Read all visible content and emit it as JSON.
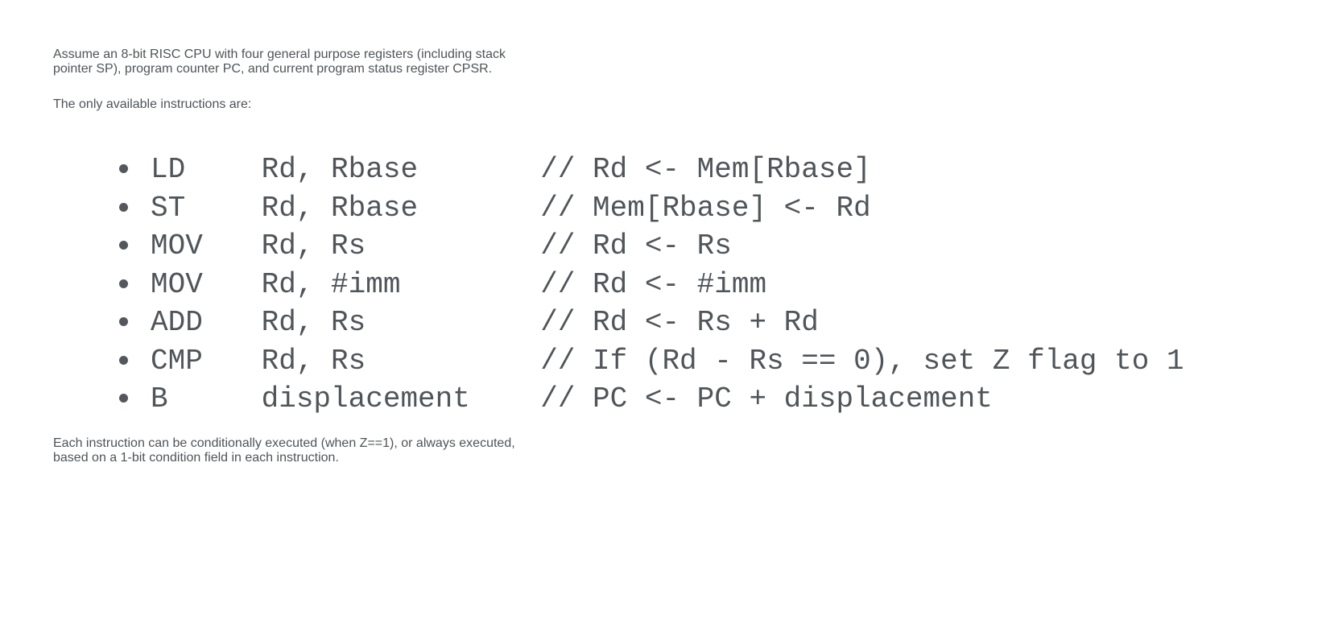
{
  "page": {
    "background_color": "#ffffff",
    "text_color": "#4f5459"
  },
  "intro_paragraph": {
    "line1": "Assume an 8-bit RISC CPU with four general purpose registers (including stack",
    "line2": "pointer SP), program counter PC, and current program status register CPSR."
  },
  "list_intro": "The only available instructions are:",
  "instructions": [
    {
      "opcode": "LD",
      "operands": "Rd, Rbase",
      "comment": "// Rd <- Mem[Rbase]"
    },
    {
      "opcode": "ST",
      "operands": "Rd, Rbase",
      "comment": "// Mem[Rbase] <- Rd"
    },
    {
      "opcode": "MOV",
      "operands": "Rd, Rs",
      "comment": "// Rd <- Rs"
    },
    {
      "opcode": "MOV",
      "operands": "Rd, #imm",
      "comment": "// Rd <- #imm"
    },
    {
      "opcode": "ADD",
      "operands": "Rd, Rs",
      "comment": "// Rd <- Rs + Rd"
    },
    {
      "opcode": "CMP",
      "operands": "Rd, Rs",
      "comment": "// If (Rd - Rs == 0), set Z flag to 1"
    },
    {
      "opcode": "B",
      "operands": "displacement",
      "comment": "// PC <- PC + displacement"
    }
  ],
  "outro_paragraph": {
    "line1": "Each instruction can be conditionally executed (when Z==1), or always executed,",
    "line2": "based on a 1-bit condition field in each instruction."
  }
}
